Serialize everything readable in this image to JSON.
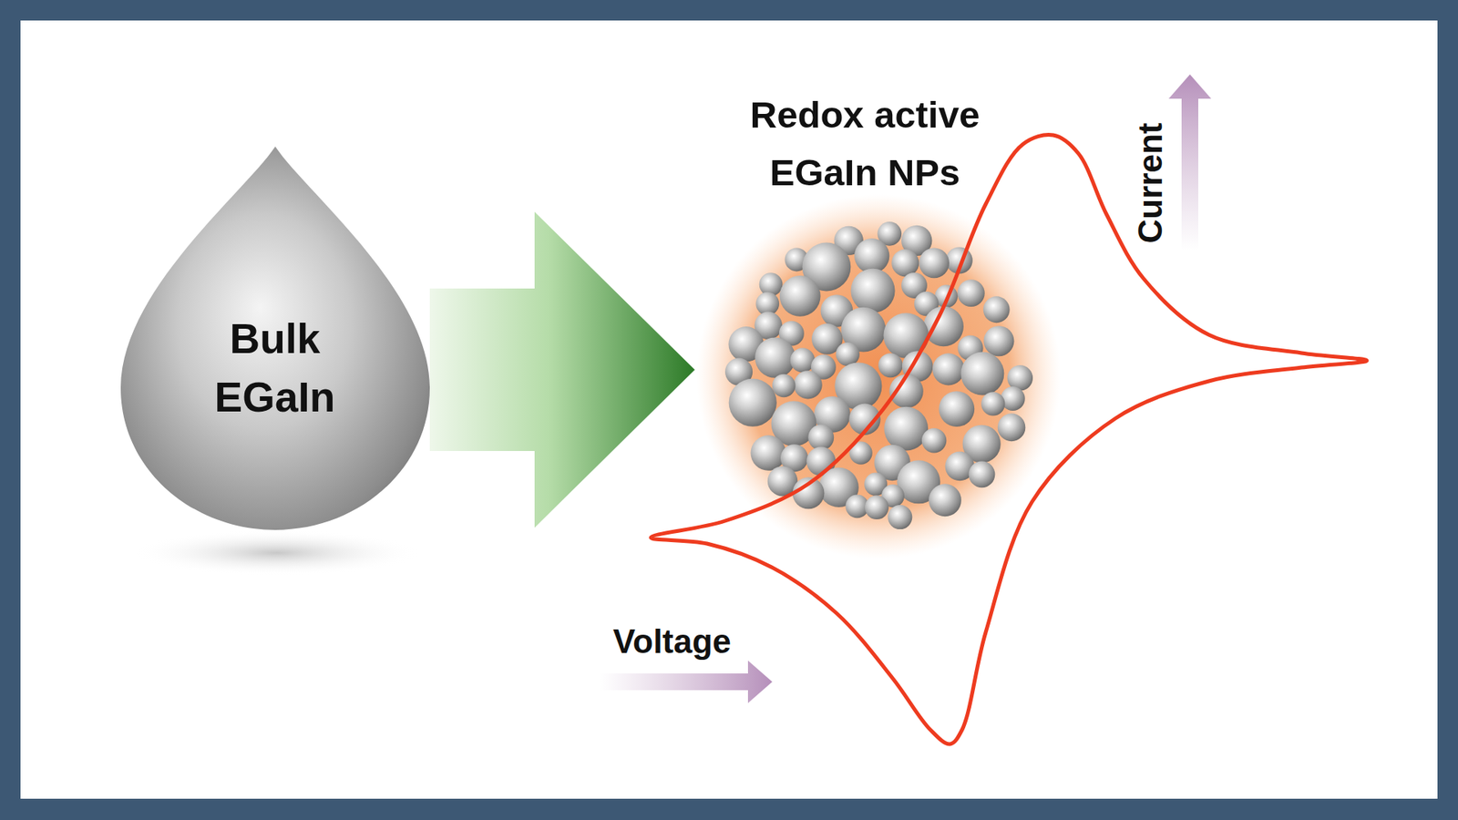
{
  "diagram": {
    "nodes": [
      {
        "text": [
          "Bulk EGaIn"
        ]
      },
      {
        "text": [
          "Redox active EGaIn NPs"
        ]
      }
    ],
    "edges": [
      {
        "from": 0,
        "to": 1,
        "arrow": "to"
      }
    ],
    "labels": [
      "Voltage",
      "Current"
    ]
  }
}
